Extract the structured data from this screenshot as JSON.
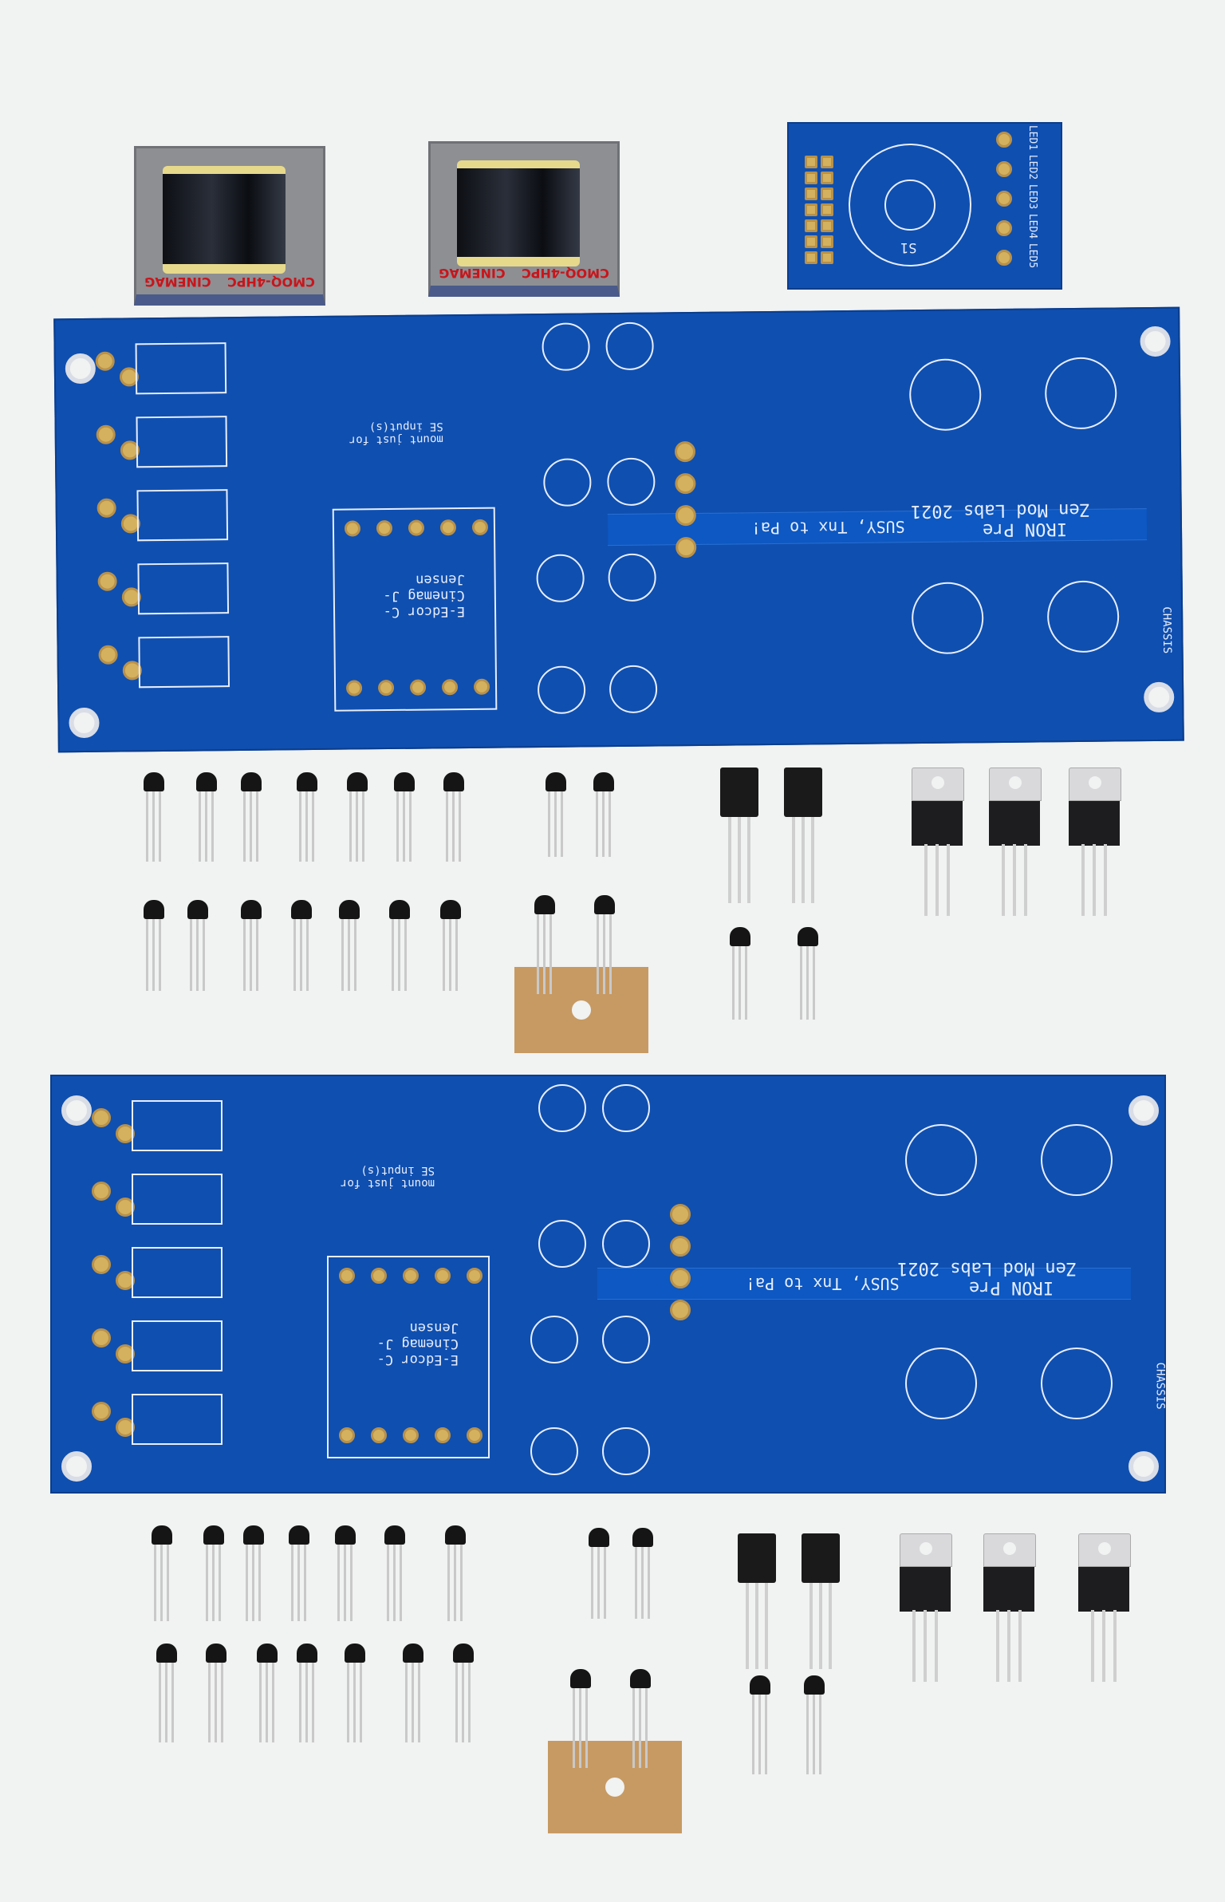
{
  "transformers": [
    {
      "brand": "CINEMAG",
      "model": "CMOQ-4HPC"
    },
    {
      "brand": "CINEMAG",
      "model": "CMOQ-4HPC"
    }
  ],
  "led_board": {
    "labels": [
      "LED1",
      "LED2",
      "LED3",
      "LED4",
      "LED5"
    ],
    "switch_label": "S1"
  },
  "boards": [
    {
      "title": "IRON Pre",
      "credit": "Zen Mod Labs 2021",
      "note": "SUSY, Tnx to Pa!",
      "transformer_note": "E-Edcor C-Cinemag J-Jensen",
      "mount_note": "mount just for SE input(s)",
      "chassis": "CHASSIS"
    },
    {
      "title": "IRON Pre",
      "credit": "Zen Mod Labs 2021",
      "note": "SUSY, Tnx to Pa!",
      "transformer_note": "E-Edcor C-Cinemag J-Jensen",
      "mount_note": "mount just for SE input(s)",
      "chassis": "CHASSIS"
    }
  ],
  "colors": {
    "pcb": "#0f4fb0",
    "silkscreen": "#e8eefc",
    "pad_gold": "#d4b15e",
    "background": "#f1f2f2",
    "transformer_label": "#c8151b"
  }
}
